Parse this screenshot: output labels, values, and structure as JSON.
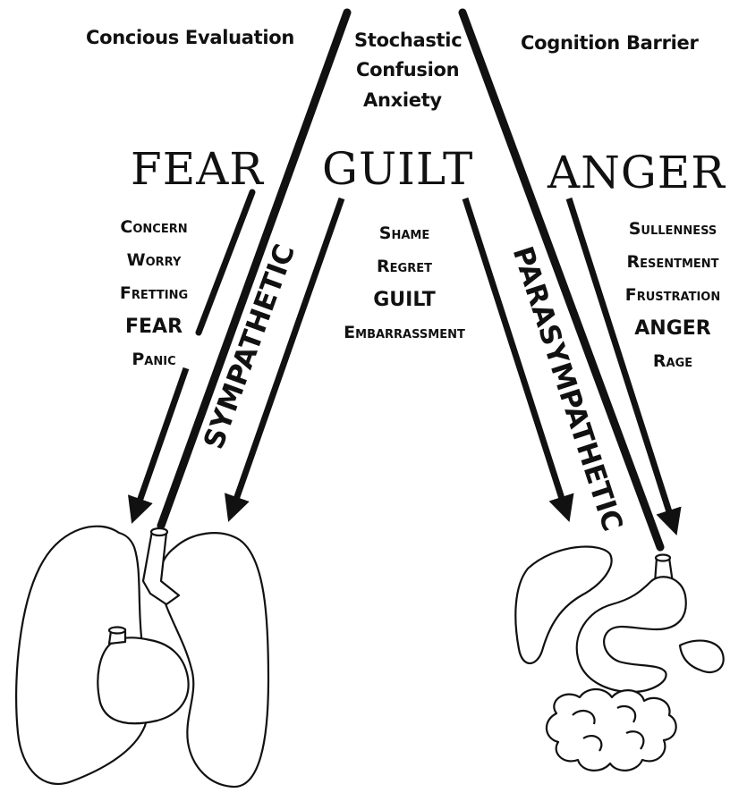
{
  "top_notes": {
    "left": "Concious Evaluation",
    "center": [
      "Stochastic",
      "Confusion",
      "Anxiety"
    ],
    "right": "Cognition Barrier"
  },
  "emotions": {
    "fear": {
      "title": "FEAR",
      "levels": [
        "Concern",
        "Worry",
        "Fretting",
        "FEAR",
        "Panic"
      ]
    },
    "guilt": {
      "title": "GUILT",
      "levels": [
        "Shame",
        "Regret",
        "GUILT",
        "Embarrassment"
      ]
    },
    "anger": {
      "title": "ANGER",
      "levels": [
        "Sullenness",
        "Resentment",
        "Frustration",
        "ANGER",
        "Rage"
      ]
    }
  },
  "pathways": {
    "sympathetic": "SYMPATHETIC",
    "parasympathetic": "PARASYMPATHETIC"
  },
  "organs": {
    "left": "lungs-and-heart-drawing",
    "right": "digestive-organs-drawing"
  },
  "colors": {
    "ink": "#111111",
    "background": "#ffffff"
  }
}
